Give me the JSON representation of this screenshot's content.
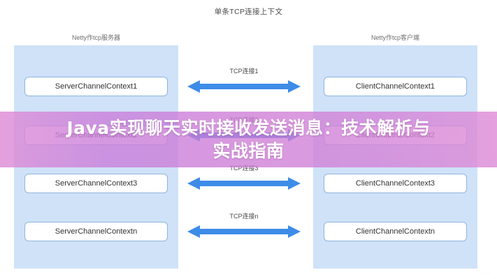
{
  "diagram": {
    "title": "单条TCP连接上下文",
    "columns": [
      {
        "key": "server",
        "header": "Netty作tcp服务器"
      },
      {
        "key": "client",
        "header": "Netty作tcp客户端"
      }
    ],
    "rows": [
      {
        "server_box": "ServerChannelContext1",
        "arrow_label": "TCP连接1",
        "client_box": "ClientChannelContext1"
      },
      {
        "server_box": "ServerChannelContext2",
        "arrow_label": "TCP连接2",
        "client_box": "ClientChannelContext2"
      },
      {
        "server_box": "ServerChannelContext3",
        "arrow_label": "TCP连接3",
        "client_box": "ClientChannelContext3"
      },
      {
        "server_box": "ServerChannelContextn",
        "arrow_label": "TCP连接n",
        "client_box": "ClientChannelContextn"
      }
    ],
    "colors": {
      "panel_background": "#cfe2f8",
      "box_background": "#ffffff",
      "box_border": "#8fb4e0",
      "arrow": "#3d8ce8",
      "title_text": "#4a4a4a"
    }
  },
  "overlay": {
    "title_line1": "Java实现聊天实时接收发送消息：技术解析与",
    "title_line2": "实战指南",
    "gradient_from": "#de8cd6",
    "gradient_to": "#ce7cd6",
    "text_color": "#ffffff"
  },
  "watermark": {
    "text": "···"
  }
}
